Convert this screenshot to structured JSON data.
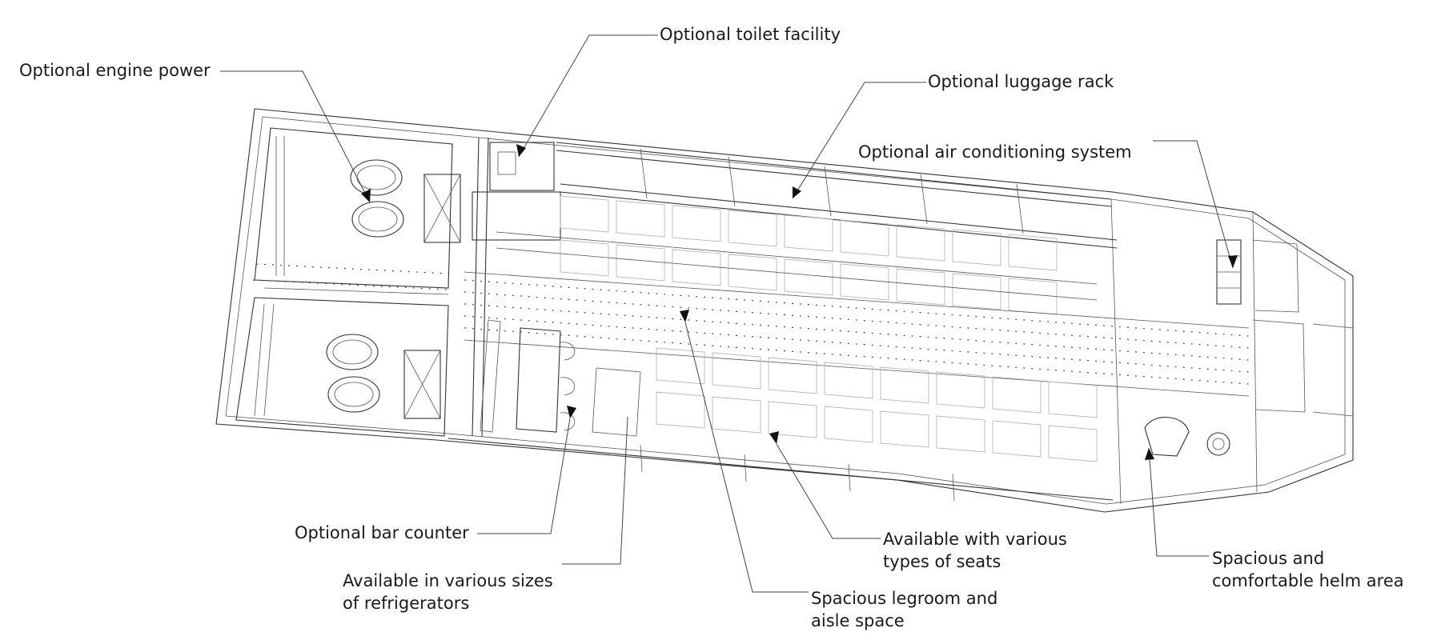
{
  "callouts": {
    "engine": {
      "lines": [
        "Optional engine power"
      ]
    },
    "toilet": {
      "lines": [
        "Optional toilet facility"
      ]
    },
    "luggage": {
      "lines": [
        "Optional luggage rack"
      ]
    },
    "aircon": {
      "lines": [
        "Optional air conditioning system"
      ]
    },
    "bar": {
      "lines": [
        "Optional bar counter"
      ]
    },
    "fridge": {
      "lines": [
        "Available in various sizes",
        "of refrigerators"
      ]
    },
    "seats": {
      "lines": [
        "Available with various",
        "types of seats"
      ]
    },
    "legroom": {
      "lines": [
        "Spacious legroom and",
        "aisle space"
      ]
    },
    "helm": {
      "lines": [
        "Spacious and",
        "comfortable helm area"
      ]
    }
  }
}
